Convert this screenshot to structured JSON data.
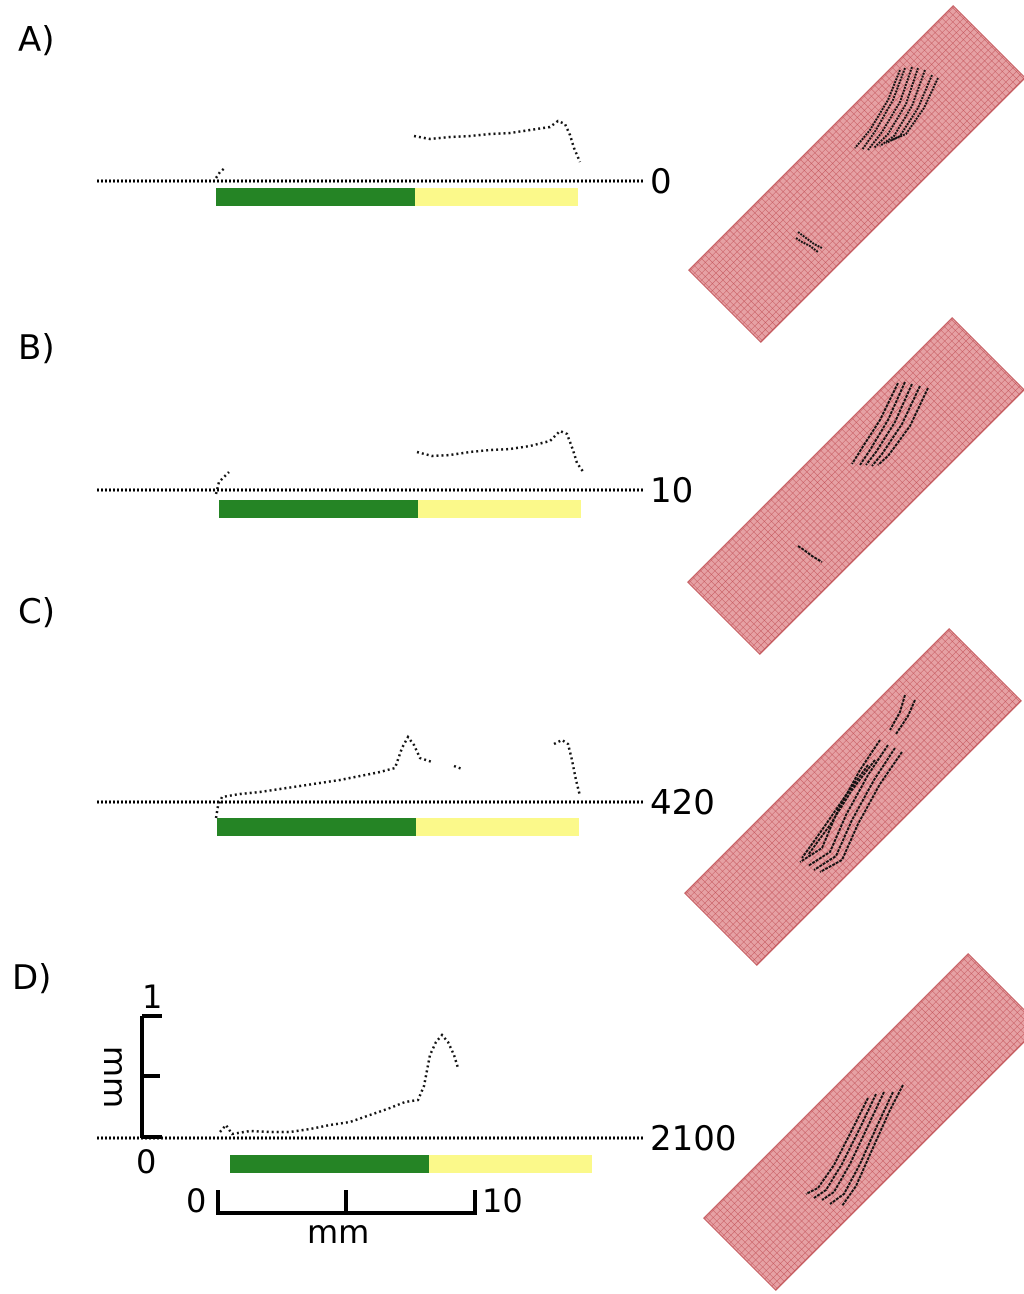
{
  "panels": [
    {
      "label": "A)",
      "time": "0"
    },
    {
      "label": "B)",
      "time": "10"
    },
    {
      "label": "C)",
      "time": "420"
    },
    {
      "label": "D)",
      "time": "2100"
    }
  ],
  "vertical_scale": {
    "top": "1",
    "unit": "mm",
    "bottom": "0"
  },
  "horizontal_scale": {
    "left": "0",
    "right": "10",
    "unit": "mm"
  },
  "colors": {
    "green_region": "#258425",
    "yellow_region": "#fbf98a",
    "mesh": "#d6898a",
    "mesh_line": "#c45a5e",
    "profile": "#111111"
  }
}
